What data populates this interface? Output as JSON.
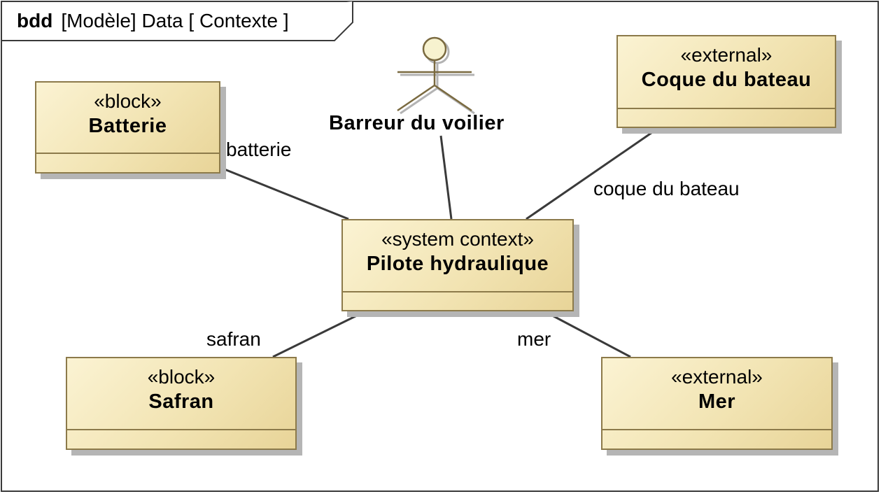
{
  "frame": {
    "kind": "bdd",
    "title": "[Modèle] Data [ Contexte ]"
  },
  "actor": {
    "name": "Barreur du voilier"
  },
  "blocks": {
    "batterie": {
      "stereotype": "«block»",
      "name": "Batterie"
    },
    "coque": {
      "stereotype": "«external»",
      "name": "Coque du bateau"
    },
    "pilote": {
      "stereotype": "«system context»",
      "name": "Pilote hydraulique"
    },
    "safran": {
      "stereotype": "«block»",
      "name": "Safran"
    },
    "mer": {
      "stereotype": "«external»",
      "name": "Mer"
    }
  },
  "roles": {
    "batterie": "batterie",
    "coque": "coque du bateau",
    "safran": "safran",
    "mer": "mer"
  },
  "colors": {
    "block_fill": "#f2e4b3",
    "block_border": "#8c7a4a",
    "actor_head": "#f7f2cf",
    "line": "#3a3a3a"
  }
}
